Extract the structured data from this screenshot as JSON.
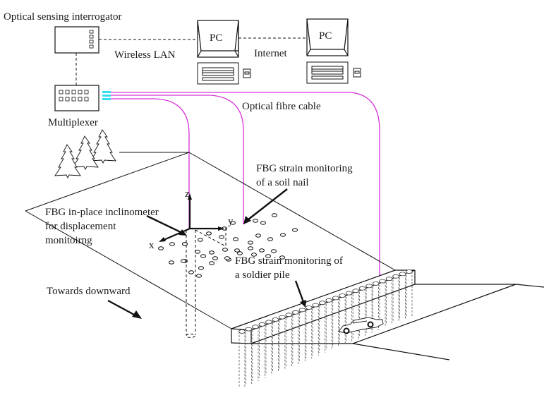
{
  "diagram": {
    "title": "FBG-based slope and soldier-pile monitoring system",
    "labels": {
      "interrogator": "Optical sensing interrogator",
      "multiplexer": "Multiplexer",
      "wireless_lan": "Wireless LAN",
      "internet": "Internet",
      "pc1": "PC",
      "pc2": "PC",
      "fibre": "Optical fibre cable",
      "soil_nail_1": "FBG strain monitoring",
      "soil_nail_2": "of a soil nail",
      "inclinometer_1": "FBG in-place inclinometer",
      "inclinometer_2": "for displacement",
      "inclinometer_3": "monitoirng",
      "soldier_pile_1": "FBG strain monitoring of",
      "soldier_pile_2": "a soldier pile",
      "downward": "Towards downward",
      "axis_x": "x",
      "axis_y": "y",
      "axis_z": "z"
    },
    "colors": {
      "fibre": "#d633d6",
      "connector": "#33e0f0",
      "line": "#111111"
    },
    "icons": [
      "interrogator-icon",
      "multiplexer-icon",
      "pc-monitor-icon",
      "keyboard-icon",
      "trees-icon",
      "car-icon"
    ]
  }
}
